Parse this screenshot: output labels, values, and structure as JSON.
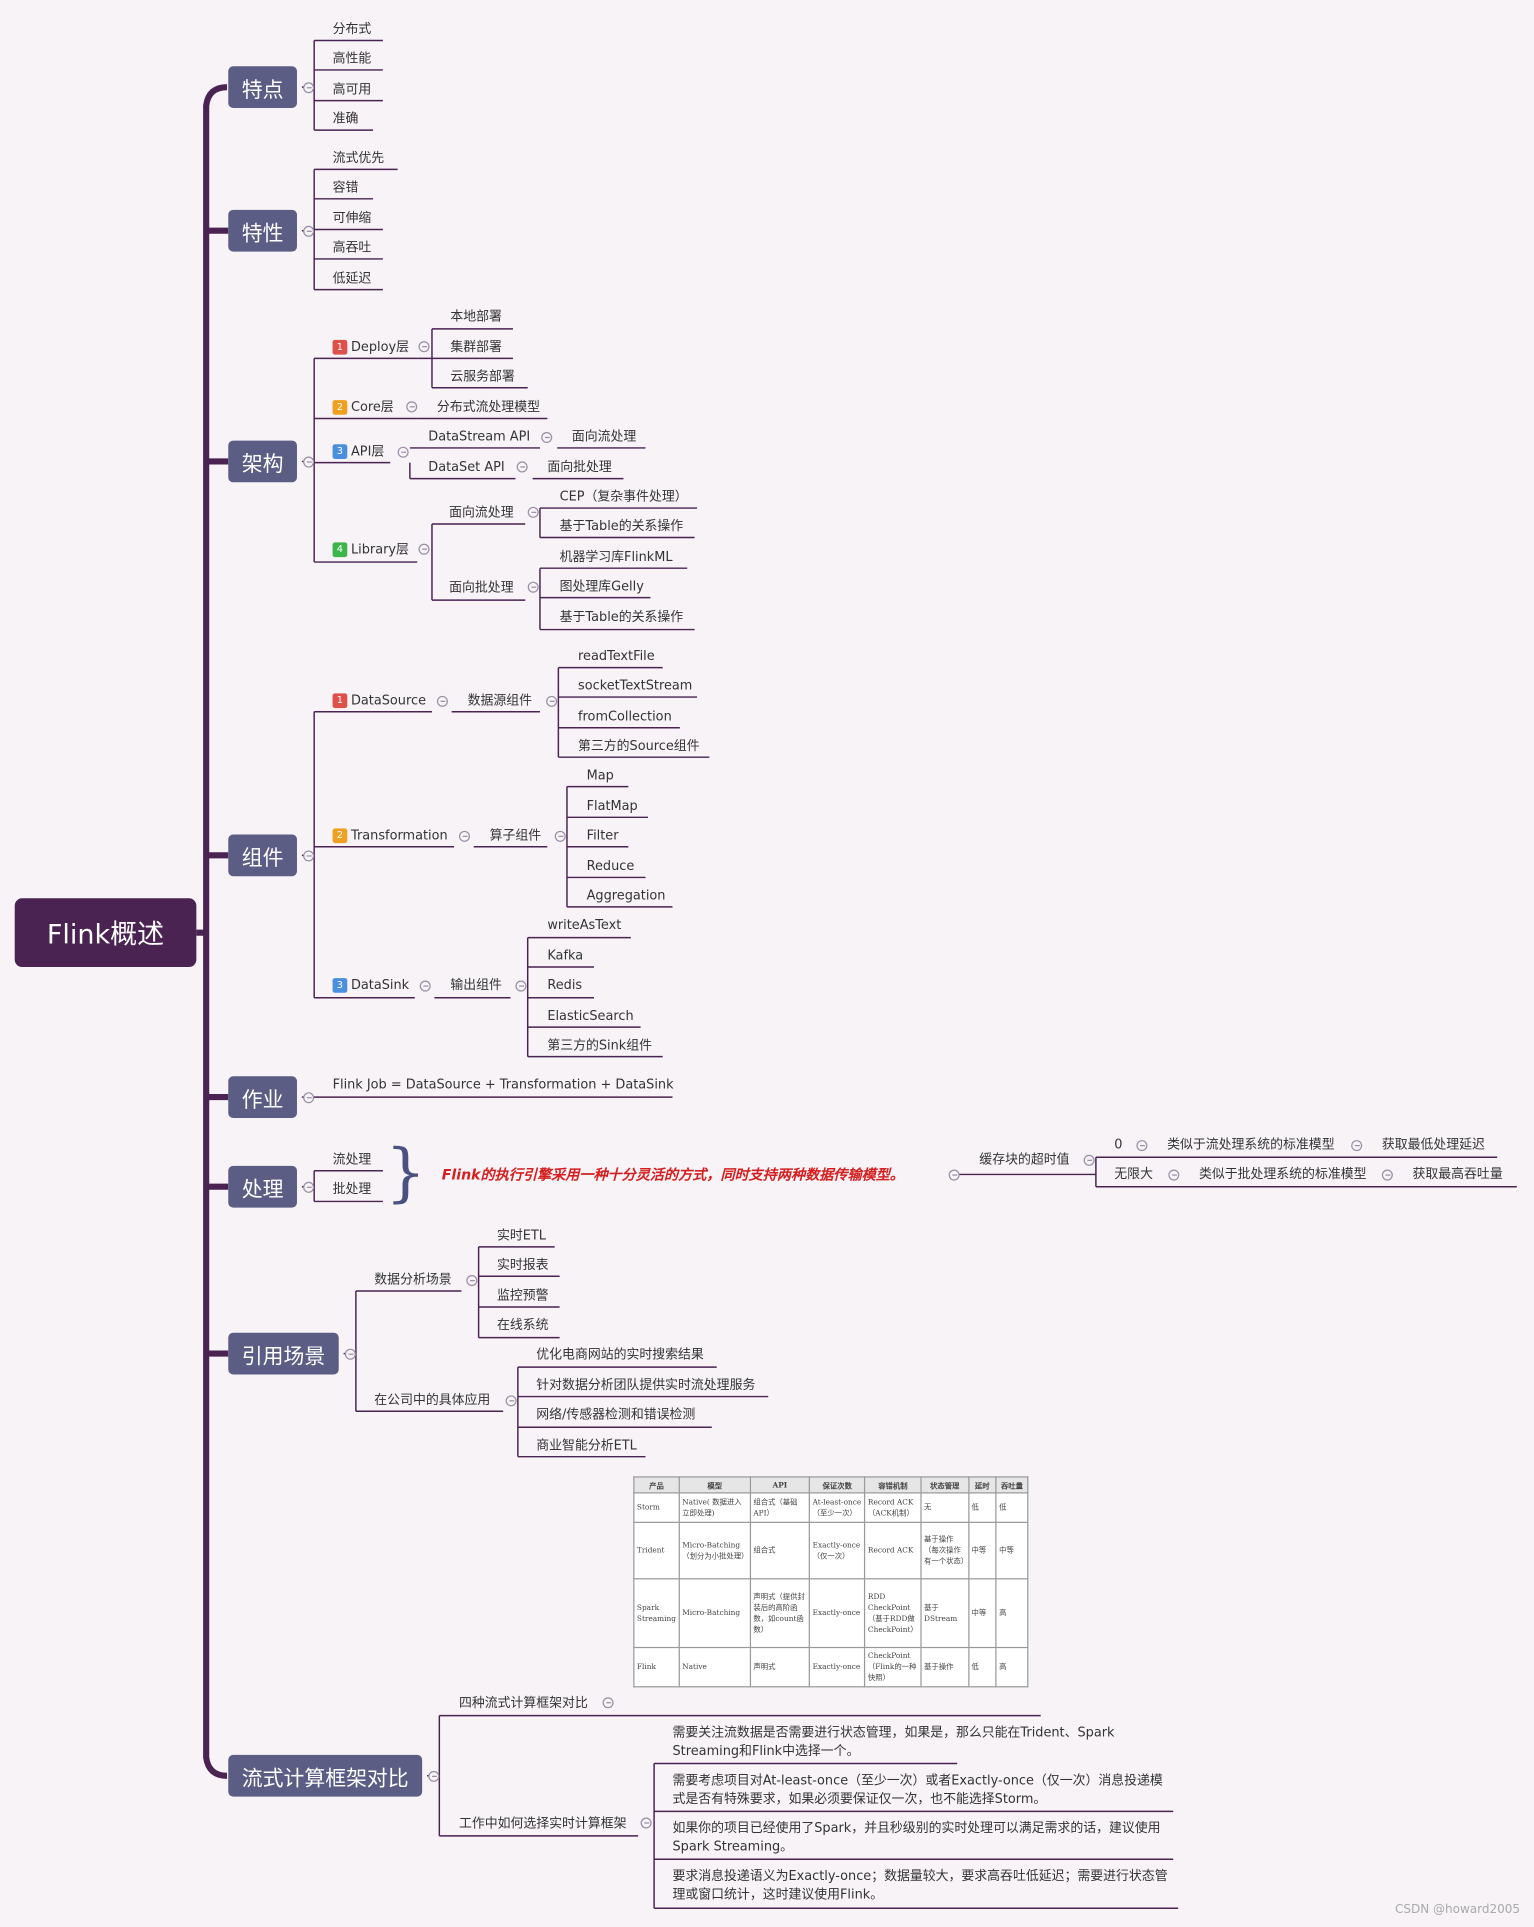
{
  "root": "Flink概述",
  "categories": {
    "tedian": "特点",
    "texing": "特性",
    "jiagou": "架构",
    "zujian": "组件",
    "zuoye": "作业",
    "chuli": "处理",
    "yingyong": "引用场景",
    "duibi": "流式计算框架对比"
  },
  "tedian": [
    "分布式",
    "高性能",
    "高可用",
    "准确"
  ],
  "texing": [
    "流式优先",
    "容错",
    "可伸缩",
    "高吞吐",
    "低延迟"
  ],
  "jiagou": {
    "deploy": {
      "badge": "1",
      "label": "Deploy层",
      "items": [
        "本地部署",
        "集群部署",
        "云服务部署"
      ]
    },
    "core": {
      "badge": "2",
      "label": "Core层",
      "item": "分布式流处理模型"
    },
    "api": {
      "badge": "3",
      "label": "API层",
      "datastream": "DataStream API",
      "datastream_desc": "面向流处理",
      "dataset": "DataSet API",
      "dataset_desc": "面向批处理"
    },
    "library": {
      "badge": "4",
      "label": "Library层",
      "stream": "面向流处理",
      "stream_items": [
        "CEP（复杂事件处理）",
        "基于Table的关系操作"
      ],
      "batch": "面向批处理",
      "batch_items": [
        "机器学习库FlinkML",
        "图处理库Gelly",
        "基于Table的关系操作"
      ]
    }
  },
  "zujian": {
    "source": {
      "badge": "1",
      "label": "DataSource",
      "group": "数据源组件",
      "items": [
        "readTextFile",
        "socketTextStream",
        "fromCollection",
        "第三方的Source组件"
      ]
    },
    "transform": {
      "badge": "2",
      "label": "Transformation",
      "group": "算子组件",
      "items": [
        "Map",
        "FlatMap",
        "Filter",
        "Reduce",
        "Aggregation"
      ]
    },
    "sink": {
      "badge": "3",
      "label": "DataSink",
      "group": "输出组件",
      "items": [
        "writeAsText",
        "Kafka",
        "Redis",
        "ElasticSearch",
        "第三方的Sink组件"
      ]
    }
  },
  "zuoye": "Flink Job = DataSource + Transformation + DataSink",
  "chuli": {
    "items": [
      "流处理",
      "批处理"
    ],
    "note": "Flink的执行引擎采用一种十分灵活的方式，同时支持两种数据传输模型。",
    "timeout": "缓存块的超时值",
    "zero": {
      "value": "0",
      "model": "类似于流处理系统的标准模型",
      "effect": "获取最低处理延迟"
    },
    "inf": {
      "value": "无限大",
      "model": "类似于批处理系统的标准模型",
      "effect": "获取最高吞吐量"
    }
  },
  "yingyong": {
    "analysis": "数据分析场景",
    "analysis_items": [
      "实时ETL",
      "实时报表",
      "监控预警",
      "在线系统"
    ],
    "company": "在公司中的具体应用",
    "company_items": [
      "优化电商网站的实时搜索结果",
      "针对数据分析团队提供实时流处理服务",
      "网络/传感器检测和错误检测",
      "商业智能分析ETL"
    ]
  },
  "duibi": {
    "table_label": "四种流式计算框架对比",
    "table": {
      "headers": [
        "产品",
        "模型",
        "API",
        "保证次数",
        "容错机制",
        "状态管理",
        "延时",
        "吞吐量"
      ],
      "rows": [
        [
          "Storm",
          "Native( 数据进入立即处理)",
          "组合式（基础API）",
          "At-least-once（至少一次）",
          "Record ACK（ACK机制）",
          "无",
          "低",
          "低"
        ],
        [
          "Trident",
          "Micro-Batching（划分为小批处理）",
          "组合式",
          "Exactly-once（仅一次）",
          "Record ACK",
          "基于操作（每次操作有一个状态）",
          "中等",
          "中等"
        ],
        [
          "Spark Streaming",
          "Micro-Batching",
          "声明式（提供封装后的高阶函数，如count函数）",
          "Exactly-once",
          "RDD CheckPoint（基于RDD做CheckPoint）",
          "基于DStream",
          "中等",
          "高"
        ],
        [
          "Flink",
          "Native",
          "声明式",
          "Exactly-once",
          "CheckPoint（Flink的一种快照）",
          "基于操作",
          "低",
          "高"
        ]
      ]
    },
    "choose_label": "工作中如何选择实时计算框架",
    "choose_items": [
      "需要关注流数据是否需要进行状态管理，如果是，那么只能在Trident、Spark Streaming和Flink中选择一个。",
      "需要考虑项目对At-least-once（至少一次）或者Exactly-once（仅一次）消息投递模式是否有特殊要求，如果必须要保证仅一次，也不能选择Storm。",
      "如果你的项目已经使用了Spark，并且秒级别的实时处理可以满足需求的话，建议使用Spark Streaming。",
      "要求消息投递语义为Exactly-once；数据量较大，要求高吞吐低延迟；需要进行状态管理或窗口统计，这时建议使用Flink。"
    ]
  },
  "watermark": "CSDN @howard2005"
}
